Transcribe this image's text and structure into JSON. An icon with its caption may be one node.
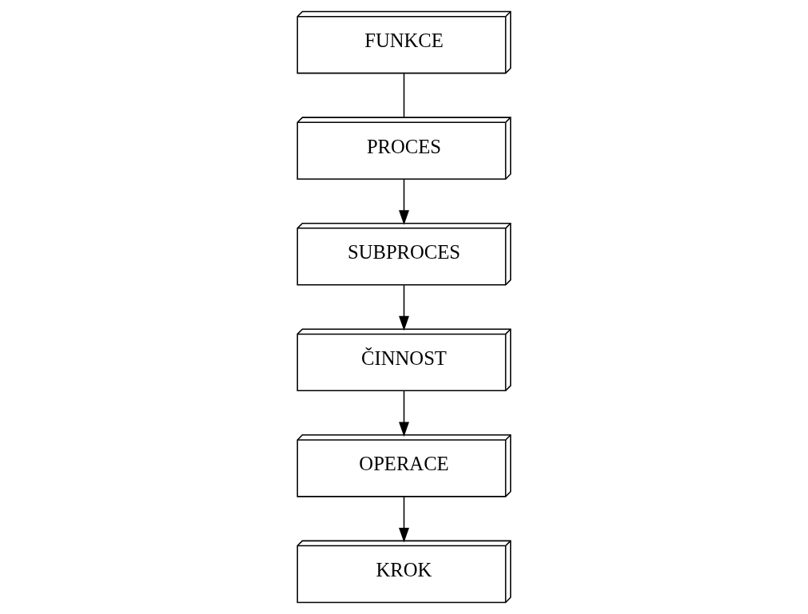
{
  "diagram": {
    "nodes": [
      {
        "text": [
          "FUNKCE"
        ]
      },
      {
        "text": [
          "PROCES"
        ]
      },
      {
        "text": [
          "SUBPROCES"
        ]
      },
      {
        "text": [
          "ČINNOST"
        ]
      },
      {
        "text": [
          "OPERACE"
        ]
      },
      {
        "text": [
          "KROK"
        ]
      }
    ],
    "edges": [
      {
        "from": 0,
        "to": 1,
        "arrow": "none"
      },
      {
        "from": 1,
        "to": 2,
        "arrow": "to"
      },
      {
        "from": 2,
        "to": 3,
        "arrow": "to"
      },
      {
        "from": 3,
        "to": 4,
        "arrow": "to"
      },
      {
        "from": 4,
        "to": 5,
        "arrow": "to"
      }
    ]
  }
}
